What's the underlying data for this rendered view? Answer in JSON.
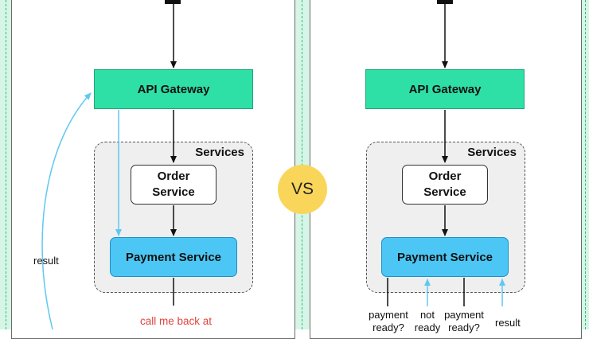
{
  "left": {
    "gateway_label": "API Gateway",
    "services_label": "Services",
    "order_label": "Order\nService",
    "payment_label": "Payment Service",
    "result_label": "result",
    "callback_label": "call me back at"
  },
  "right": {
    "gateway_label": "API Gateway",
    "services_label": "Services",
    "order_label": "Order\nService",
    "payment_label": "Payment Service",
    "poll_labels": [
      "payment\nready?",
      "not\nready",
      "payment\nready?",
      "result"
    ]
  },
  "vs_label": "VS",
  "colors": {
    "gateway": "#2ee0a6",
    "payment": "#4cc7f5",
    "services_bg": "#efefef",
    "strip": "#d6f5e6",
    "vs_badge": "#f9d65a",
    "result_arrow": "#5fc8f2",
    "callback_text": "#e0443e"
  }
}
